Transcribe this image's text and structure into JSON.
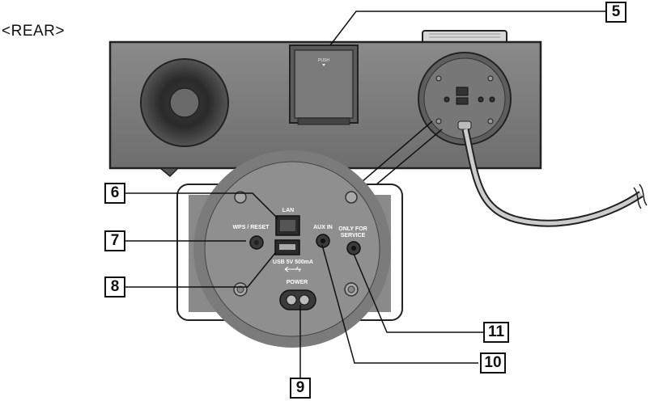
{
  "view_label": "<REAR>",
  "callouts": {
    "c5": "5",
    "c6": "6",
    "c7": "7",
    "c8": "8",
    "c9": "9",
    "c10": "10",
    "c11": "11"
  },
  "device_labels": {
    "push": "PUSH",
    "lan": "LAN",
    "wps_reset": "WPS / RESET",
    "aux_in": "AUX IN",
    "only_for": "ONLY FOR",
    "service": "SERVICE",
    "usb": "USB 5V 500mA",
    "power": "POWER"
  }
}
